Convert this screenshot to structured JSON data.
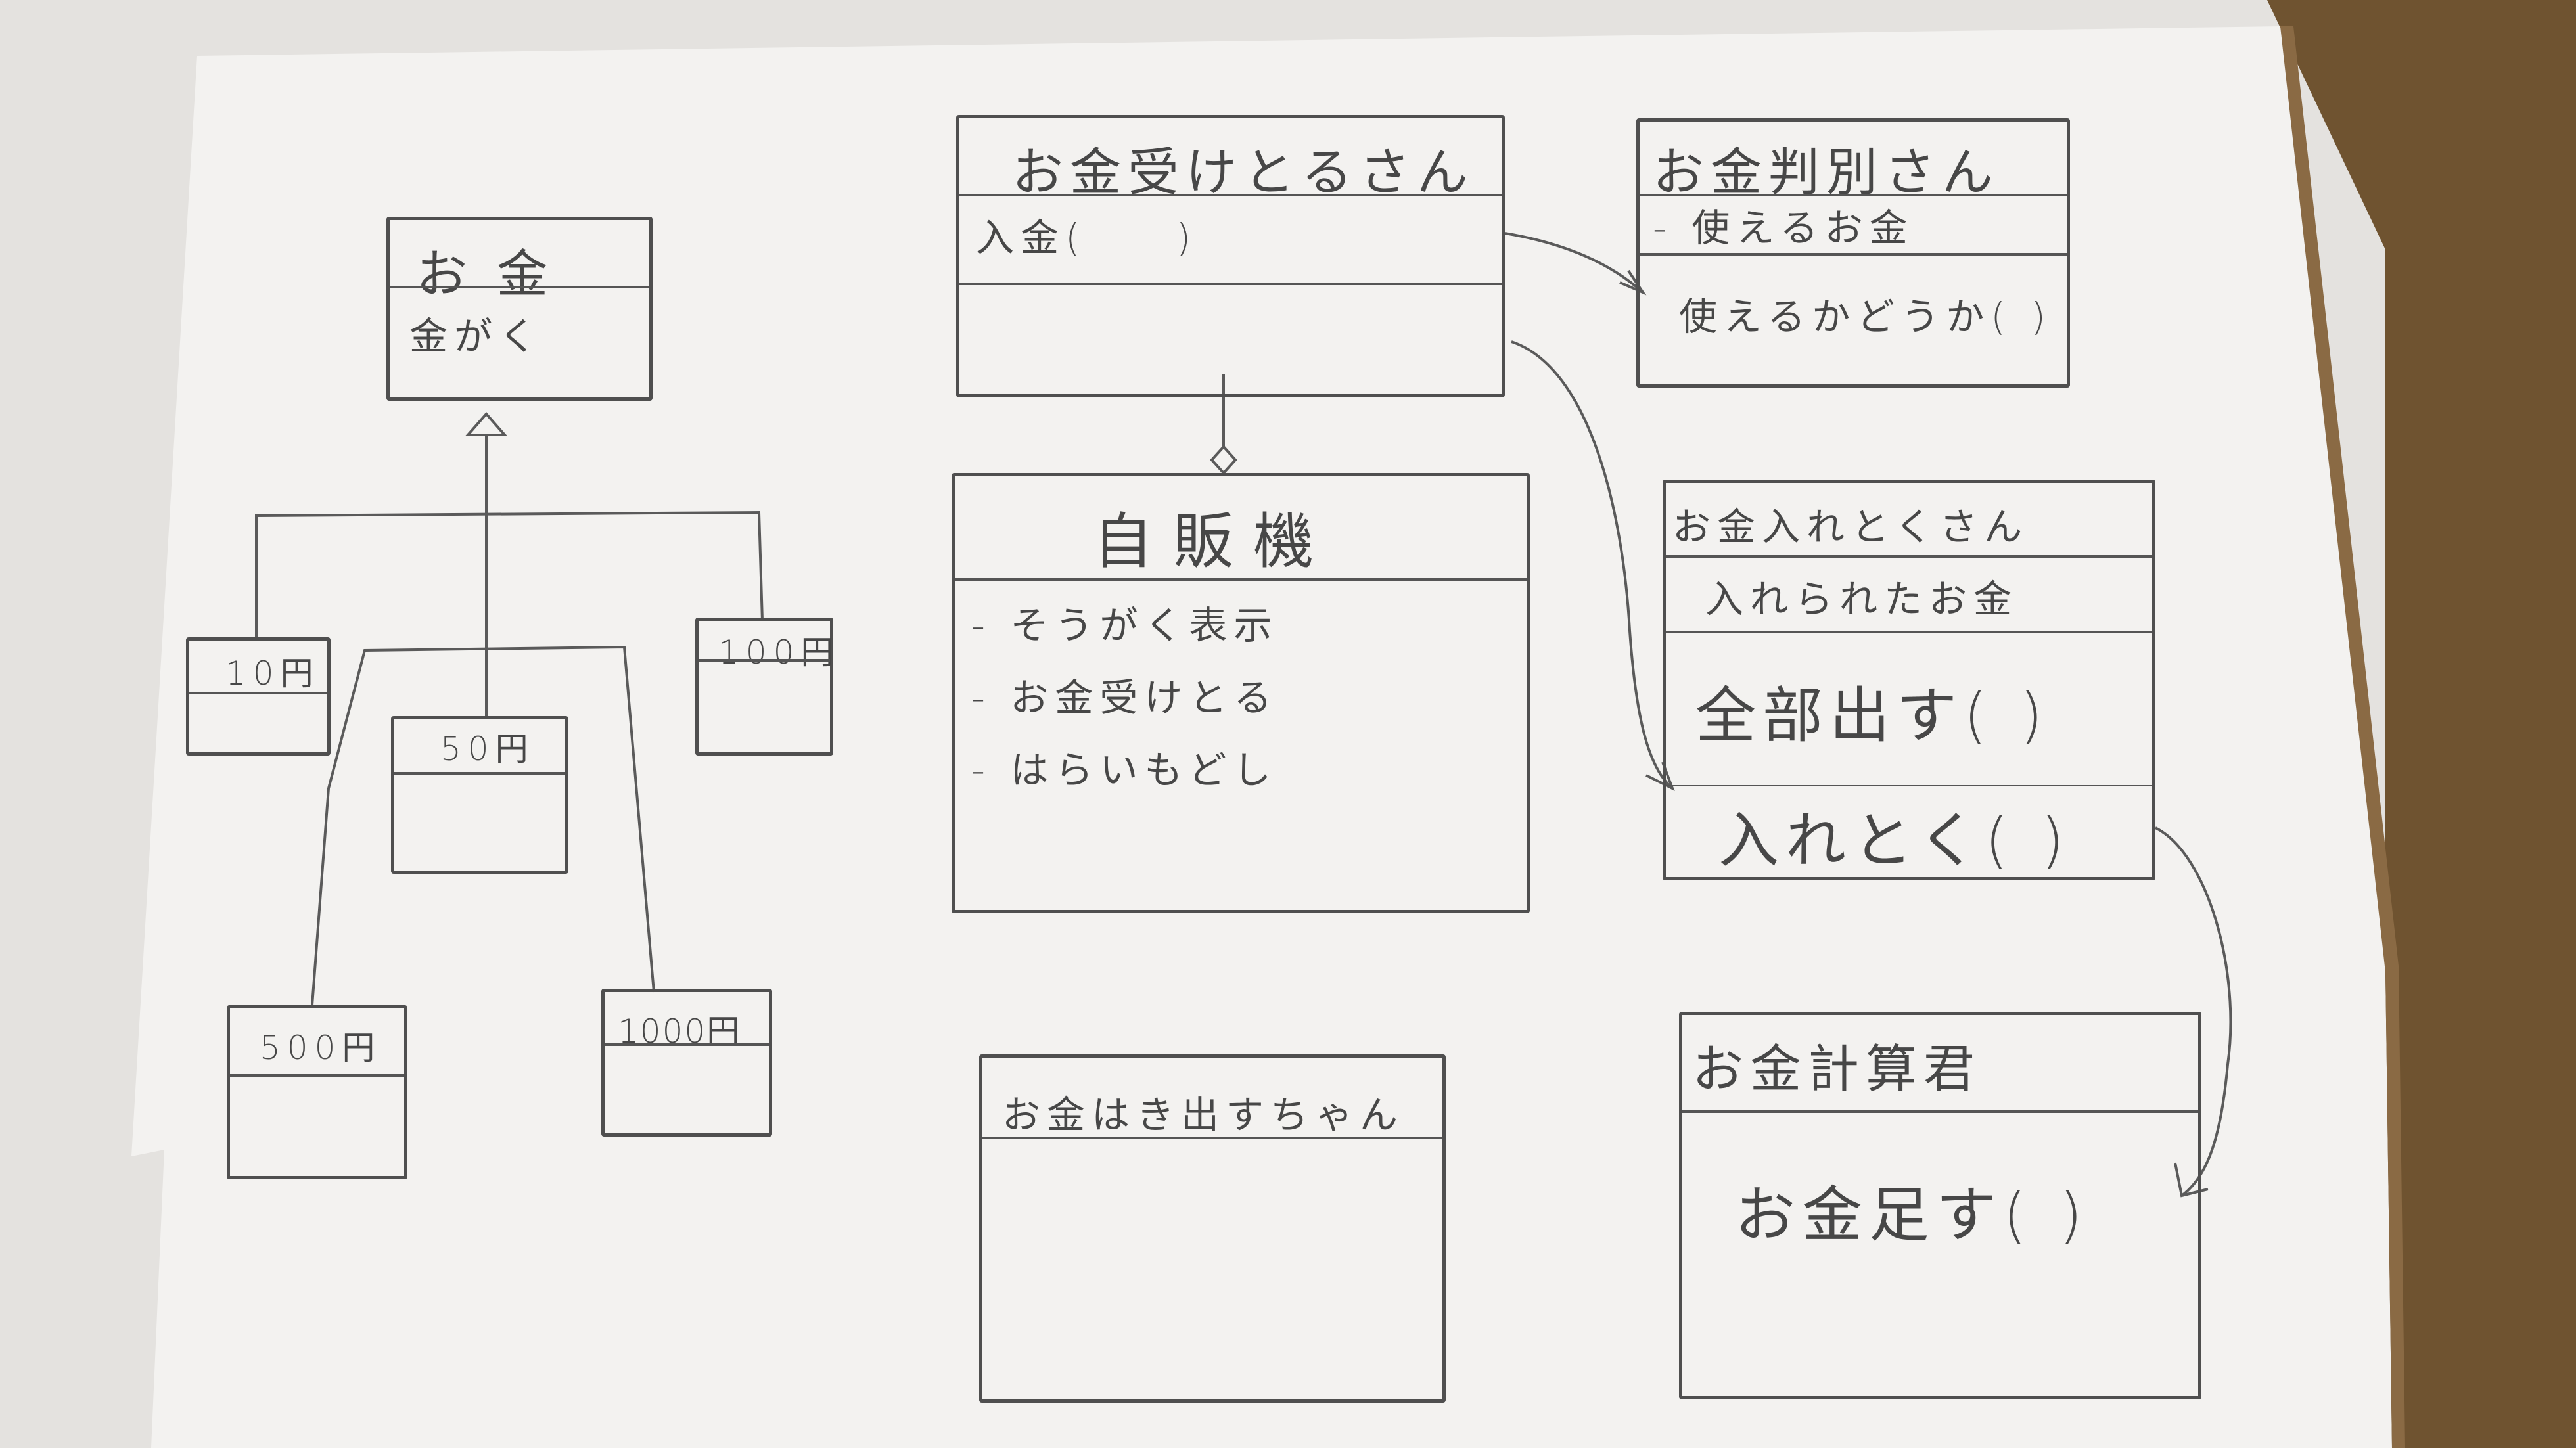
{
  "diagram": {
    "okane": {
      "title": "お 金",
      "attribute": "金がく"
    },
    "subclasses": {
      "yen10": "10円",
      "yen50": "50円",
      "yen100": "100円",
      "yen500": "500円",
      "yen1000": "1000円"
    },
    "receiver": {
      "title": "お金受けとるさん",
      "method": "入金(　　)"
    },
    "vending": {
      "title": "自販機",
      "items": [
        "- そうがく表示",
        "- お金受けとる",
        "- はらいもどし"
      ]
    },
    "judge": {
      "title": "お金判別さん",
      "attribute": "- 使えるお金",
      "method": "使えるかどうか( )"
    },
    "keeper": {
      "title": "お金入れとくさん",
      "attribute": "入れられたお金",
      "methods": [
        "全部出す( )",
        "入れとく( )"
      ]
    },
    "spitter": {
      "title": "お金はき出すちゃん"
    },
    "calculator": {
      "title": "お金計算君",
      "method": "お金足す( )"
    }
  }
}
